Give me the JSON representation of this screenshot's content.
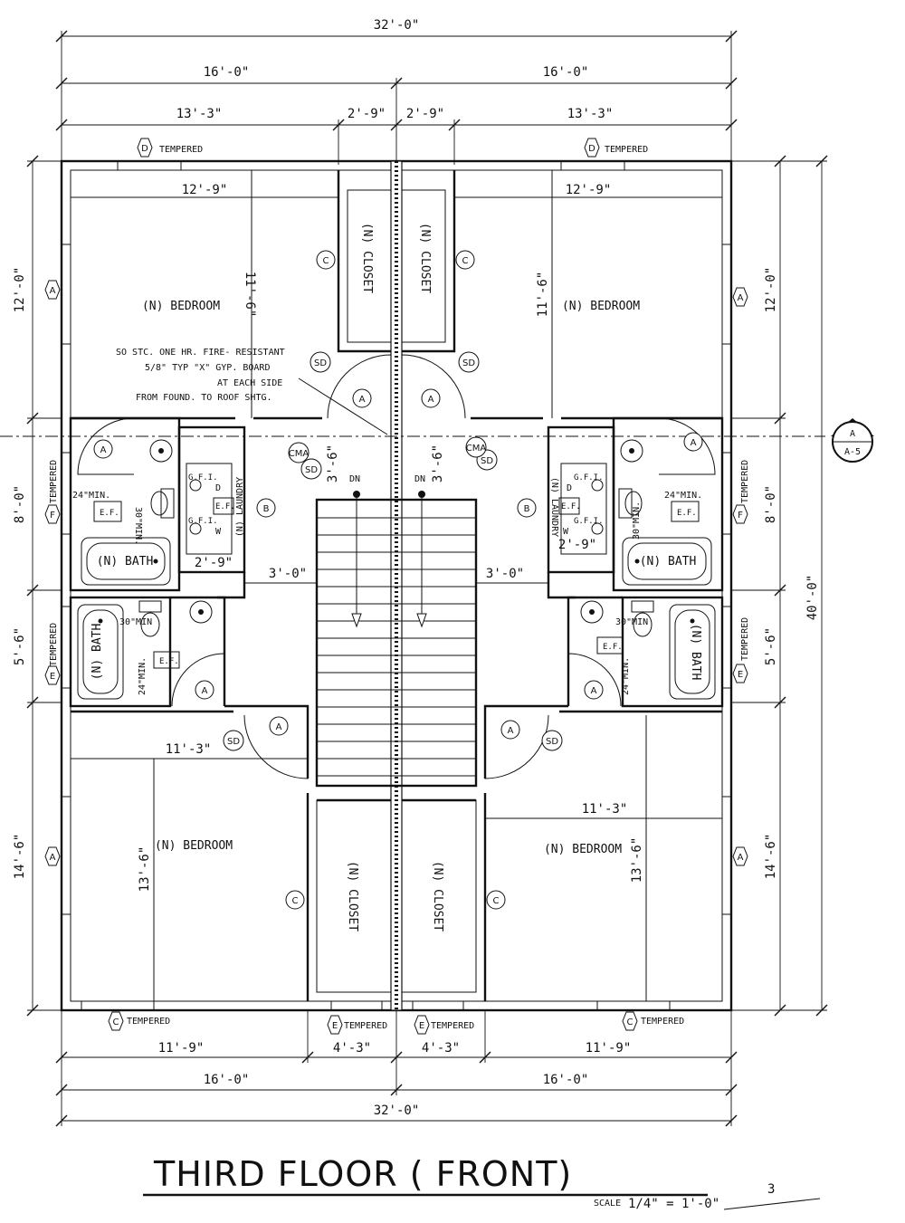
{
  "title": "THIRD FLOOR ( FRONT)",
  "scale": {
    "label": "SCALE",
    "value": "1/4\" = 1'-0\"",
    "sheet": "3"
  },
  "dimensions": {
    "overall_top": "32'-0\"",
    "half_left_top": "16'-0\"",
    "half_right_top": "16'-0\"",
    "seg_13_3_left": "13'-3\"",
    "seg_2_9_left": "2'-9\"",
    "seg_2_9_right": "2'-9\"",
    "seg_13_3_right": "13'-3\"",
    "bed_nw_width": "12'-9\"",
    "bed_ne_width": "12'-9\"",
    "bed_nw_depth": "11'-6\"",
    "bed_ne_depth": "11'-6\"",
    "left_12": "12'-0\"",
    "right_12": "12'-0\"",
    "left_8": "8'-0\"",
    "right_8": "8'-0\"",
    "left_5_6": "5'-6\"",
    "right_5_6": "5'-6\"",
    "left_14_6": "14'-6\"",
    "right_14_6": "14'-6\"",
    "overall_right": "40'-0\"",
    "hall_left": "3'-6\"",
    "hall_right": "3'-6\"",
    "corr_left": "3'-0\"",
    "corr_right": "3'-0\"",
    "laundry_left": "2'-9\"",
    "laundry_right": "2'-9\"",
    "bed_sw_width": "11'-3\"",
    "bed_se_width": "11'-3\"",
    "bed_sw_depth": "13'-6\"",
    "bed_se_depth": "13'-6\"",
    "bot_11_9_left": "11'-9\"",
    "bot_4_3_left": "4'-3\"",
    "bot_4_3_right": "4'-3\"",
    "bot_11_9_right": "11'-9\"",
    "bot_half_left": "16'-0\"",
    "bot_half_right": "16'-0\"",
    "overall_bottom": "32'-0\""
  },
  "clearances": {
    "min24_nw": "24\"MIN.",
    "min30_nw": "30\"MIN.",
    "min24_ne": "24\"MIN.",
    "min30_ne": "30\"MIN.",
    "min30_sw": "30\"MIN",
    "min24_sw": "24\"MIN.",
    "min30_se": "30\"MIN",
    "min24_se": "24\"MIN."
  },
  "rooms": {
    "bedroom_nw": "(N) BEDROOM",
    "bedroom_ne": "(N) BEDROOM",
    "bedroom_sw": "(N) BEDROOM",
    "bedroom_se": "(N) BEDROOM",
    "closet_nw": "(N) CLOSET",
    "closet_ne": "(N) CLOSET",
    "closet_sw": "(N) CLOSET",
    "closet_se": "(N) CLOSET",
    "bath_nw": "(N) BATH",
    "bath_ne": "(N) BATH",
    "bath_sw": "(N) BATH",
    "bath_se": "(N) BATH",
    "laundry_left": "(N) LAUNDRY",
    "laundry_right": "(N) LAUNDRY"
  },
  "notes": {
    "wall_line1": "SO STC. ONE HR. FIRE- RESISTANT",
    "wall_line2": "5/8\" TYP \"X\" GYP. BOARD",
    "wall_line3": "AT EACH SIDE",
    "wall_line4": "FROM FOUND. TO ROOF SHTG.",
    "tempered": "TEMPERED",
    "dn": "DN",
    "gfi": "G.F.I.",
    "ef": "E.F.",
    "dryer": "D",
    "washer": "W",
    "section_top": "A",
    "section_bottom": "A-5"
  },
  "tags": {
    "A": "A",
    "B": "B",
    "C": "C",
    "D": "D",
    "E": "E",
    "F": "F",
    "SD": "SD",
    "CMA": "CMA"
  }
}
